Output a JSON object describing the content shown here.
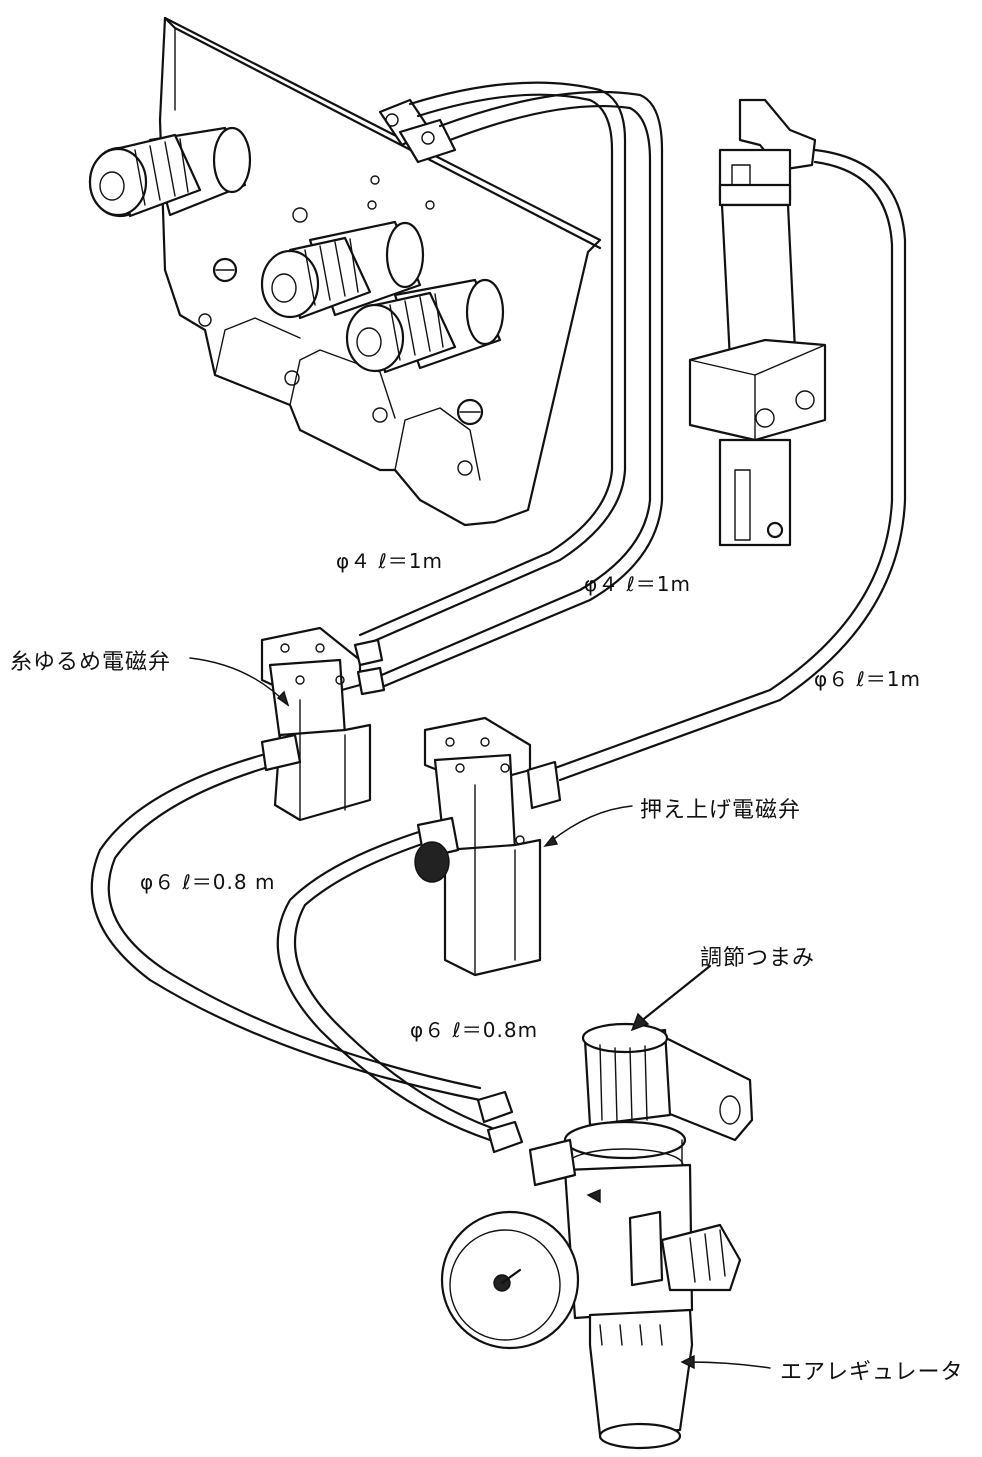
{
  "labels": {
    "thread_release_valve": "糸ゆるめ電磁弁",
    "presser_lift_valve": "押え上げ電磁弁",
    "adjust_knob": "調節つまみ",
    "air_regulator": "エアレギュレータ"
  },
  "tube_specs": {
    "tube_a": "φ４ ℓ＝1m",
    "tube_b": "φ４ ℓ＝1m",
    "tube_c": "φ６ ℓ＝1m",
    "tube_d": "φ６ ℓ＝0.8 m",
    "tube_e": "φ６ ℓ＝0.8m"
  }
}
